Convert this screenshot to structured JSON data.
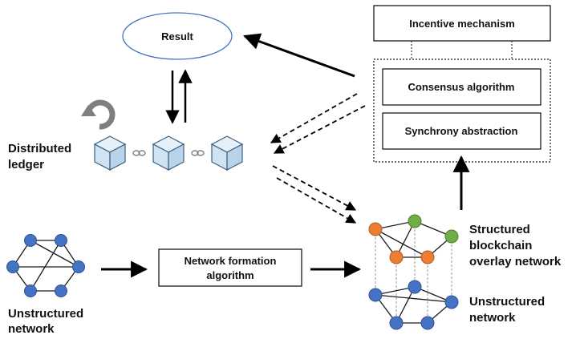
{
  "result": {
    "label": "Result"
  },
  "incentive": {
    "label": "Incentive mechanism"
  },
  "consensus": {
    "label": "Consensus algorithm"
  },
  "synchrony": {
    "label": "Synchrony abstraction"
  },
  "ledger": {
    "line1": "Distributed",
    "line2": "ledger"
  },
  "network_formation": {
    "line1": "Network formation",
    "line2": "algorithm"
  },
  "unstructured_left": {
    "line1": "Unstructured",
    "line2": "network"
  },
  "structured_overlay": {
    "line1": "Structured",
    "line2": "blockchain",
    "line3": "overlay network"
  },
  "unstructured_right": {
    "line1": "Unstructured",
    "line2": "network"
  },
  "colors": {
    "node_blue": "#4472c4",
    "node_orange": "#ed7d31",
    "node_green": "#70ad47",
    "result_ellipse_stroke": "#4472c4",
    "cube_fill": "#cfe3f3",
    "cube_stroke": "#3b5f7e",
    "refresh_icon": "#7f7f7f"
  }
}
